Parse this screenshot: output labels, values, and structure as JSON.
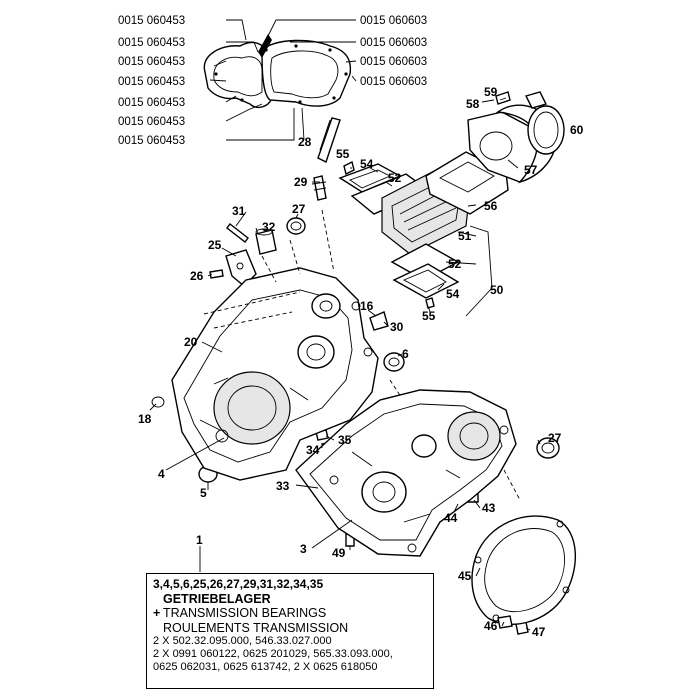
{
  "part_codes_left": [
    "0015 060453",
    "0015 060453",
    "0015 060453",
    "0015 060453",
    "0015 060453",
    "0015 060453",
    "0015 060453"
  ],
  "part_codes_right": [
    "0015 060603",
    "0015 060603",
    "0015 060603",
    "0015 060603"
  ],
  "callouts": {
    "p1": "1",
    "p3": "3",
    "p4": "4",
    "p5": "5",
    "p6": "6",
    "p16": "16",
    "p18": "18",
    "p20": "20",
    "p25": "25",
    "p26": "26",
    "p27a": "27",
    "p27b": "27",
    "p28": "28",
    "p29": "29",
    "p30": "30",
    "p31": "31",
    "p32": "32",
    "p33": "33",
    "p34": "34",
    "p35": "35",
    "p43": "43",
    "p44": "44",
    "p45": "45",
    "p46": "46",
    "p47": "47",
    "p49": "49",
    "p50": "50",
    "p51": "51",
    "p52a": "52",
    "p52b": "52",
    "p54a": "54",
    "p54b": "54",
    "p55a": "55",
    "p55b": "55",
    "p56": "56",
    "p57": "57",
    "p58": "58",
    "p59": "59",
    "p60": "60"
  },
  "info_box": {
    "parts": "3,4,5,6,25,26,27,29,31,32,34,35",
    "title_de": "GETRIEBELAGER",
    "plus": "+",
    "title_en": "TRANSMISSION BEARINGS",
    "title_fr": "ROULEMENTS TRANSMISSION",
    "codes": [
      "2 X 502.32.095.000, 546.33.027.000",
      "2 X 0991 060122, 0625 201029, 565.33.093.000,",
      "0625 062031, 0625 613742, 2 X 0625 618050"
    ]
  }
}
